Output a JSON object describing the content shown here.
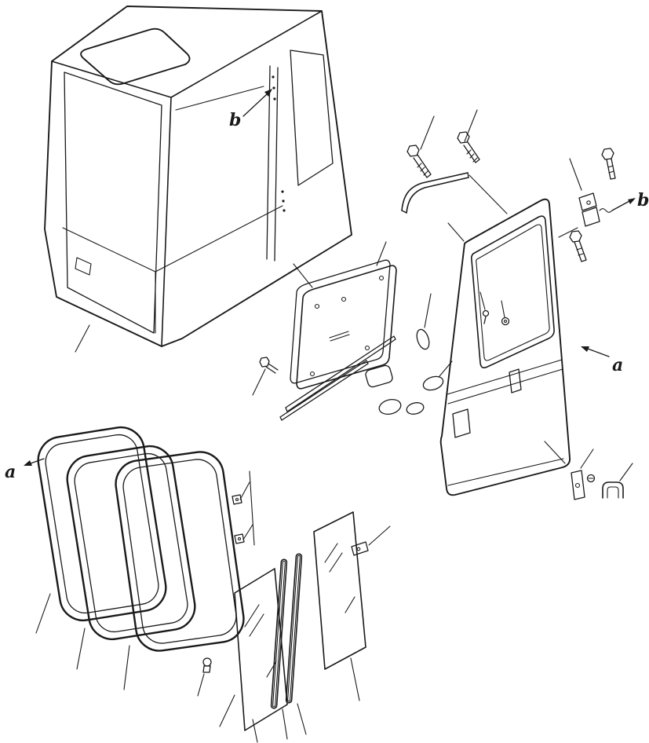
{
  "diagram": {
    "background_color": "#ffffff",
    "line_color": "#1a1a1a",
    "labels": {
      "b_top": "b",
      "b_right": "b",
      "a_right": "a",
      "a_left": "a"
    }
  }
}
